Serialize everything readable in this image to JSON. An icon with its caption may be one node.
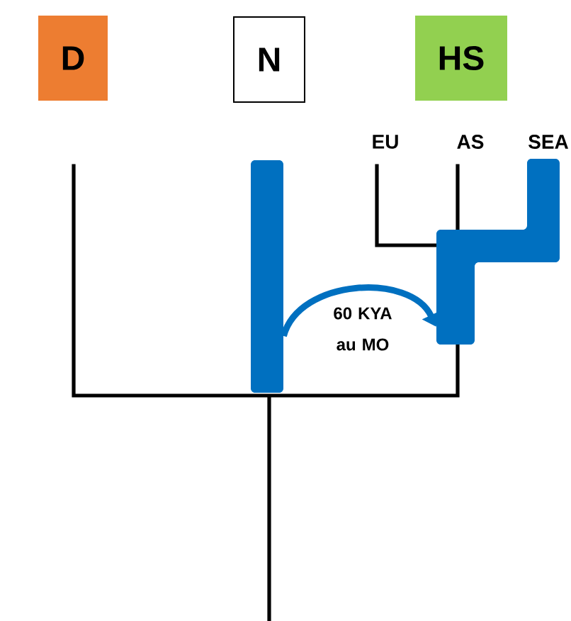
{
  "diagram": {
    "nodes": [
      {
        "text": [
          "D"
        ]
      },
      {
        "text": [
          "N"
        ]
      },
      {
        "text": [
          "HS"
        ]
      },
      {
        "text": [],
        "shape": "bar"
      },
      {
        "text": [],
        "shape": "bar"
      }
    ],
    "edges": [
      {
        "from": 3,
        "to": 4,
        "arrow": "to",
        "label": "60 KYA au MO"
      }
    ],
    "labels": [
      "EU",
      "AS",
      "SEA"
    ]
  }
}
